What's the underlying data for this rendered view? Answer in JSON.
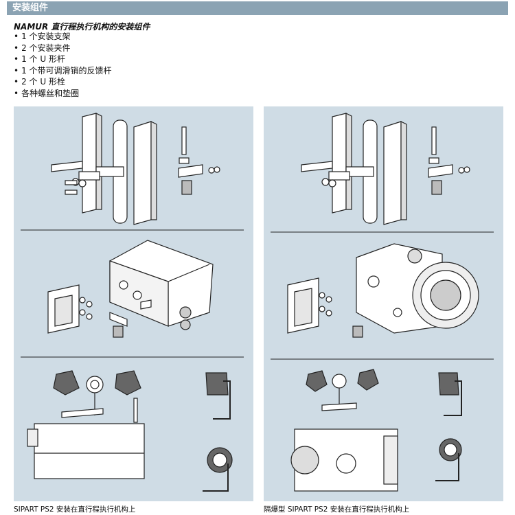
{
  "header": {
    "title": "安装组件"
  },
  "intro": {
    "subtitle": "NAMUR 直行程执行机构的安装组件",
    "items": [
      "1 个安装支架",
      "2 个安装夹件",
      "1 个 U 形杆",
      "1 个带可调滑销的反馈杆",
      "2 个 U 形栓",
      "各种螺丝和垫圈"
    ]
  },
  "panels": {
    "left_caption": "SIPART PS2 安装在直行程执行机构上",
    "right_caption": "隔爆型 SIPART PS2 安装在直行程执行机构上"
  }
}
